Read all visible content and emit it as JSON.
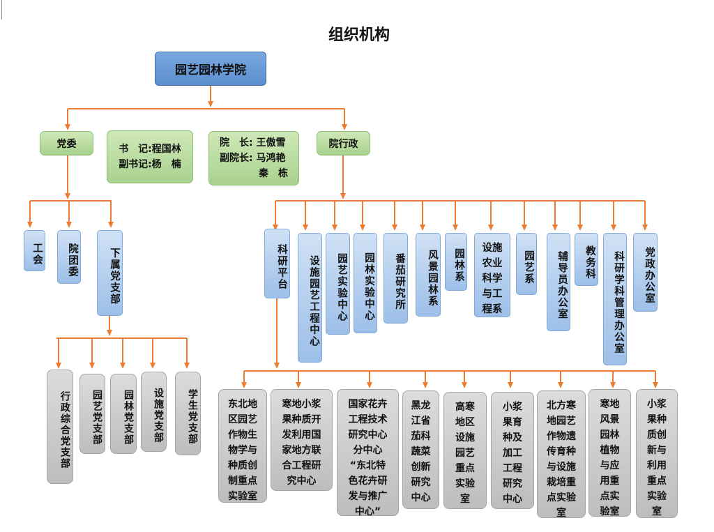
{
  "title": "组织机构",
  "root": "园艺园林学院",
  "branches": {
    "party": "党委",
    "secretaries": "书　记:程国林\n副书记:杨　楠",
    "deans": "院　长: 王傲雪\n副院长: 马鸿艳\n　　　　秦　栋",
    "admin": "院行政"
  },
  "party_units": [
    "工会",
    "院团委",
    "下属党支部"
  ],
  "party_branches": [
    "行政综合党支部",
    "园艺党支部",
    "园林党支部",
    "设施党支部",
    "学生党支部"
  ],
  "admin_units": [
    "科研平台",
    "设施园艺工程中心",
    "园艺实验中心",
    "园林实验中心",
    "番茄研究所",
    "风景园林系",
    "园林系",
    "设施\n农业\n科学\n与工\n程系",
    "园艺系",
    "辅导员办公室",
    "教务科",
    "科研学科管理办公室",
    "党政办公室"
  ],
  "research_platforms": [
    "东北地\n区园艺\n作物生\n物学与\n种质创\n制重点\n实验室",
    "寒地小浆\n果种质开\n发利用国\n家地方联\n合工程研\n究中心",
    "国家花卉\n工程技术\n研究中心\n分中心\n“东北特\n色花卉研\n发与推广\n中心”",
    "黑龙\n江省\n茄科\n蔬菜\n创新\n研究\n中心",
    "高寒\n地区\n设施\n园艺\n重点\n实验\n室",
    "小浆\n果育\n种及\n加工\n工程\n研究\n中心",
    "北方寒\n地园艺\n作物遗\n传育种\n与设施\n栽培重\n点实验\n室",
    "寒地\n风景\n园林\n植物\n与应\n用重\n点实\n验室",
    "小浆\n果种\n质创\n新与\n利用\n重点\n实验\n室"
  ],
  "colors": {
    "connector": "#ed7d31",
    "root_fill": "#5b8fd0",
    "green_fill": "#a9d18e",
    "blue_fill": "#9dbfe8",
    "grey_fill": "#bdbdbd"
  }
}
